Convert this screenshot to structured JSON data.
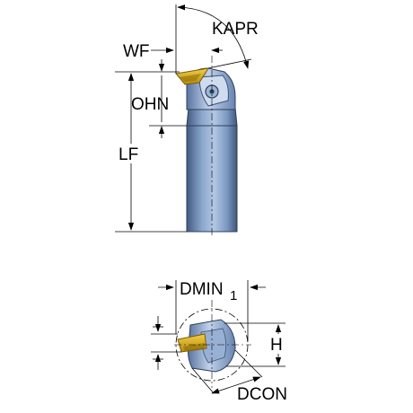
{
  "labels": {
    "wf": "WF",
    "kapr": "KAPR",
    "ohn": "OHN",
    "lf": "LF",
    "dmin": "DMIN",
    "dmin_sub": "1",
    "h": "H",
    "dcon": "DCON"
  },
  "colors": {
    "holder_light": "#b9cbe6",
    "holder_mid": "#7f9cc4",
    "holder_dark": "#465f86",
    "insert_gold": "#d8ad1c",
    "insert_dark": "#8d6b07",
    "line": "#000000"
  }
}
